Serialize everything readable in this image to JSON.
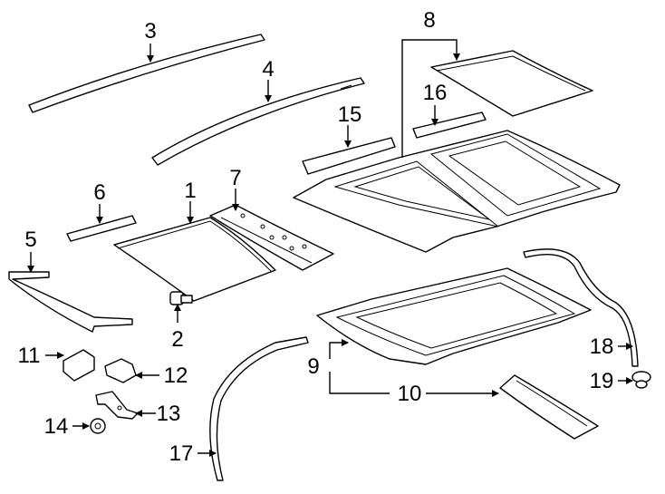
{
  "diagram": {
    "callouts": [
      {
        "id": "callout-1",
        "label": "1"
      },
      {
        "id": "callout-2",
        "label": "2"
      },
      {
        "id": "callout-3",
        "label": "3"
      },
      {
        "id": "callout-4",
        "label": "4"
      },
      {
        "id": "callout-5",
        "label": "5"
      },
      {
        "id": "callout-6",
        "label": "6"
      },
      {
        "id": "callout-7",
        "label": "7"
      },
      {
        "id": "callout-8",
        "label": "8"
      },
      {
        "id": "callout-9",
        "label": "9"
      },
      {
        "id": "callout-10",
        "label": "10"
      },
      {
        "id": "callout-11",
        "label": "11"
      },
      {
        "id": "callout-12",
        "label": "12"
      },
      {
        "id": "callout-13",
        "label": "13"
      },
      {
        "id": "callout-14",
        "label": "14"
      },
      {
        "id": "callout-15",
        "label": "15"
      },
      {
        "id": "callout-16",
        "label": "16"
      },
      {
        "id": "callout-17",
        "label": "17"
      },
      {
        "id": "callout-18",
        "label": "18"
      },
      {
        "id": "callout-19",
        "label": "19"
      }
    ]
  }
}
